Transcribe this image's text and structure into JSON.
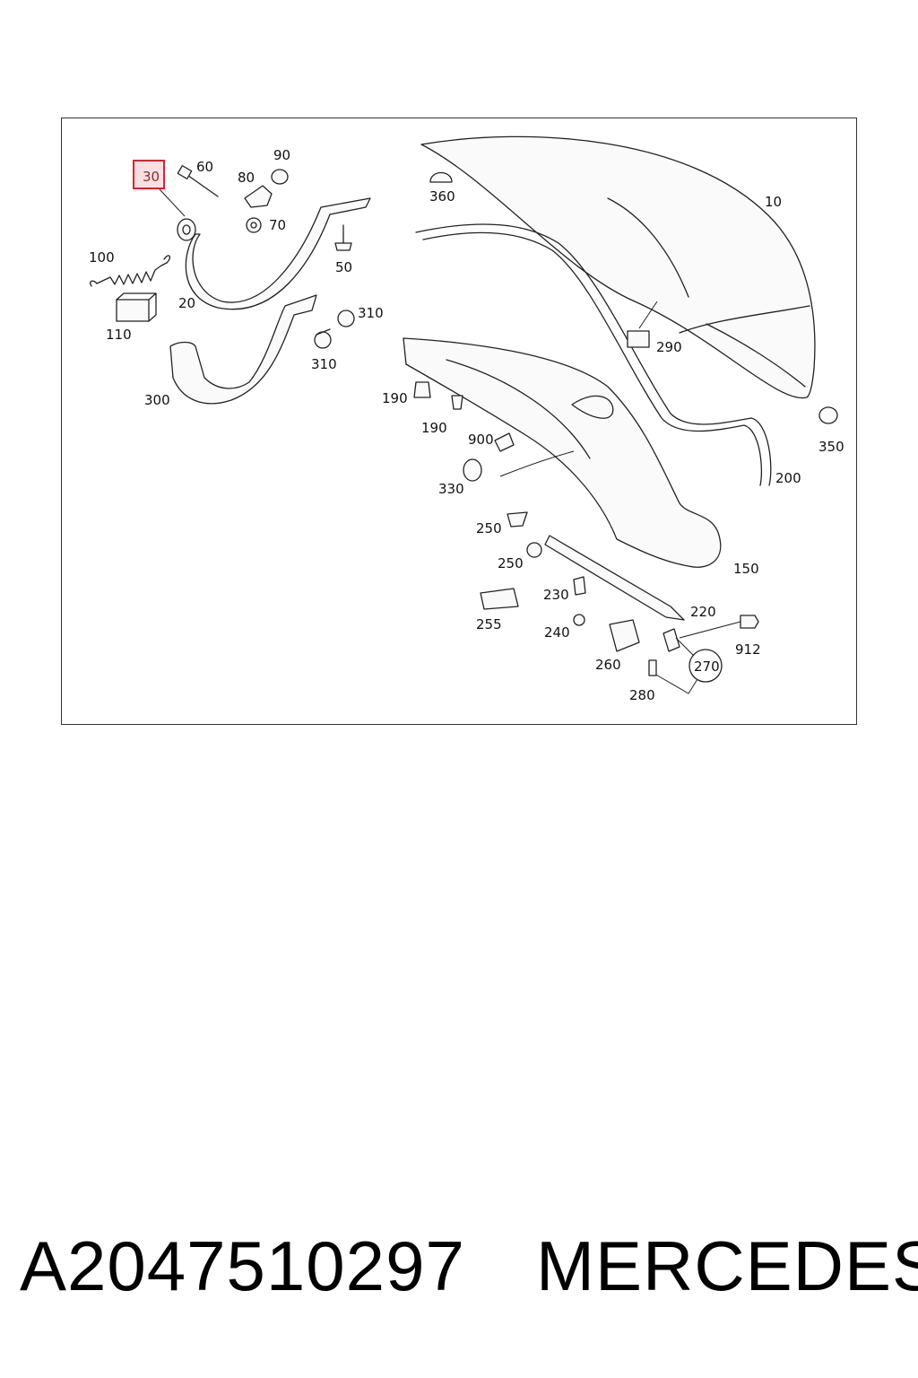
{
  "callouts": {
    "c10": "10",
    "c20": "20",
    "c30": "30",
    "c50": "50",
    "c60": "60",
    "c70": "70",
    "c80": "80",
    "c90": "90",
    "c100": "100",
    "c110": "110",
    "c150": "150",
    "c190a": "190",
    "c190b": "190",
    "c200": "200",
    "c220": "220",
    "c230": "230",
    "c240": "240",
    "c250a": "250",
    "c250b": "250",
    "c255": "255",
    "c260": "260",
    "c270": "270",
    "c280": "280",
    "c290": "290",
    "c300": "300",
    "c310a": "310",
    "c310b": "310",
    "c330": "330",
    "c350": "350",
    "c360": "360",
    "c900": "900",
    "c912": "912"
  },
  "highlight": {
    "stroke": "#d9232e",
    "fill": "#f6c9cf"
  },
  "footer": {
    "part_number": "A2047510297",
    "brand": "MERCEDES"
  }
}
